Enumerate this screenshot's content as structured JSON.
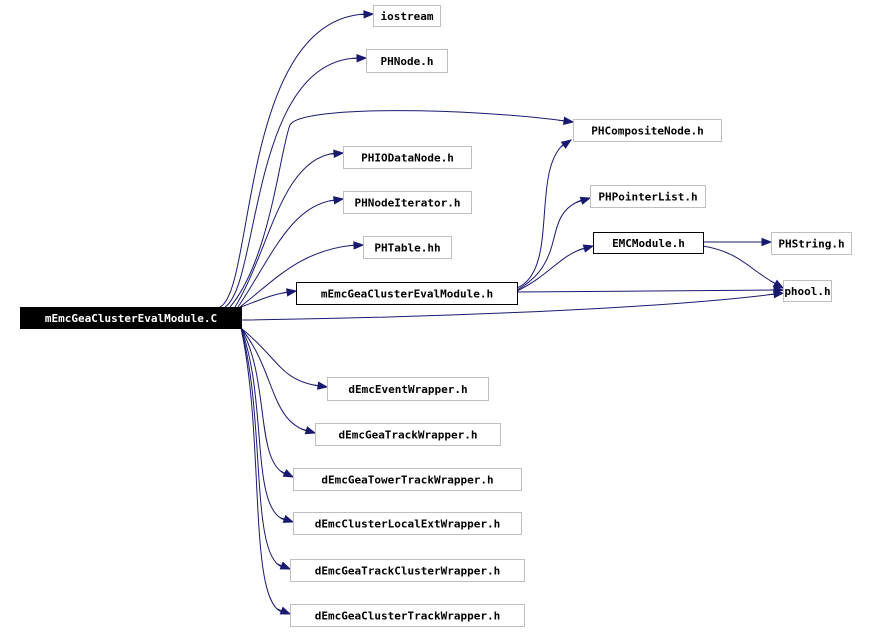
{
  "nodes": [
    {
      "id": "root",
      "label": "mEmcGeaClusterEvalModule.C"
    },
    {
      "id": "iostream",
      "label": "iostream"
    },
    {
      "id": "phnode",
      "label": "PHNode.h"
    },
    {
      "id": "phcomposite",
      "label": "PHCompositeNode.h"
    },
    {
      "id": "phiodata",
      "label": "PHIODataNode.h"
    },
    {
      "id": "phpointer",
      "label": "PHPointerList.h"
    },
    {
      "id": "phnodeiter",
      "label": "PHNodeIterator.h"
    },
    {
      "id": "emcmodule",
      "label": "EMCModule.h"
    },
    {
      "id": "phstring",
      "label": "PHString.h"
    },
    {
      "id": "phtable",
      "label": "PHTable.hh"
    },
    {
      "id": "evalmodule",
      "label": "mEmcGeaClusterEvalModule.h"
    },
    {
      "id": "phool",
      "label": "phool.h"
    },
    {
      "id": "eventwrapper",
      "label": "dEmcEventWrapper.h"
    },
    {
      "id": "trackwrapper",
      "label": "dEmcGeaTrackWrapper.h"
    },
    {
      "id": "towertrack",
      "label": "dEmcGeaTowerTrackWrapper.h"
    },
    {
      "id": "clusterlocal",
      "label": "dEmcClusterLocalExtWrapper.h"
    },
    {
      "id": "trackcluster",
      "label": "dEmcGeaTrackClusterWrapper.h"
    },
    {
      "id": "clustertrack",
      "label": "dEmcGeaClusterTrackWrapper.h"
    }
  ],
  "colors": {
    "edge": "#191970",
    "box_border": "#bfbfbf",
    "root_fill": "#000000"
  }
}
